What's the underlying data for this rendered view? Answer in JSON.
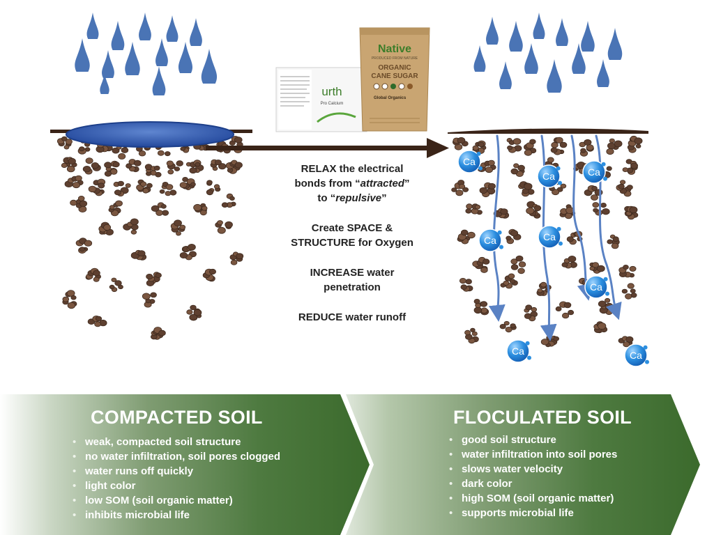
{
  "center": {
    "line1": "RELAX the electrical",
    "line2_prefix": "bonds from “",
    "line2_em": "attracted",
    "line2_suffix": "”",
    "line3_prefix": "to “",
    "line3_em": "repulsive",
    "line3_suffix": "”",
    "line4": "Create SPACE &",
    "line5": "STRUCTURE for Oxygen",
    "line6": "INCREASE water",
    "line7": "penetration",
    "line8": "REDUCE water runoff"
  },
  "products": {
    "sugar_bag": {
      "brand": "Native",
      "tagline": "PRODUCED FROM NATURE",
      "line1": "ORGANIC",
      "line2": "CANE SUGAR",
      "footer": "Global Organics"
    },
    "urth_packet": {
      "brand": "urth",
      "product": "Pro Calcium"
    }
  },
  "calcium_label": "Ca",
  "compacted": {
    "title": "COMPACTED SOIL",
    "bullets": [
      "weak, compacted soil structure",
      "no water infiltration, soil pores clogged",
      "water runs off quickly",
      "light color",
      "low SOM (soil organic matter)",
      "inhibits microbial life"
    ]
  },
  "flocculated": {
    "title": "FLOCULATED SOIL",
    "bullets": [
      "good soil structure",
      "water infiltration into soil pores",
      "slows water velocity",
      "dark color",
      "high SOM (soil organic matter)",
      "supports microbial life"
    ]
  },
  "bullet_char": "•",
  "colors": {
    "raindrop": "#4a74b5",
    "puddle": "#2f5bb0",
    "soil_line": "#3a2418",
    "clump": "#6a4a38",
    "arrow": "#3a2418",
    "water_path": "#5a82c4",
    "calcium": "#2c8fe0",
    "banner_green": "#3b6a2c",
    "sugar_bag": "#c9a572",
    "native_green": "#3c7d2a"
  },
  "icons": {
    "raindrop": "raindrop-icon",
    "soil_clump": "soil-clump-icon",
    "calcium_ion": "calcium-ion-icon",
    "arrow": "right-arrow-icon"
  }
}
